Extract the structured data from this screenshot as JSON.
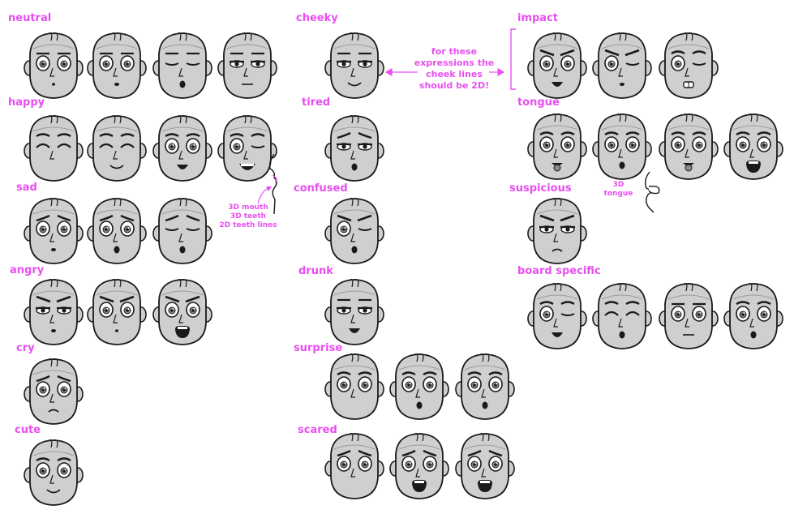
{
  "labels": {
    "neutral": "neutral",
    "happy": "happy",
    "sad": "sad",
    "angry": "angry",
    "cry": "cry",
    "cute": "cute",
    "cheeky": "cheeky",
    "tired": "tired",
    "confused": "confused",
    "drunk": "drunk",
    "surprise": "surprise",
    "scared": "scared",
    "impact": "impact",
    "tongue": "tongue",
    "suspicious": "suspicious",
    "board_specific": "board specific"
  },
  "notes": {
    "cheek_lines": "for these\nexpressions the\ncheek lines\nshould be 2D!",
    "mouth_3d": "3D mouth\n3D teeth\n2D teeth lines",
    "tongue_3d": "3D\ntongue"
  },
  "colors": {
    "accent": "#e84ff0",
    "skin": "#cfcfcf",
    "line": "#1a1a1a"
  },
  "faces": [
    {
      "group": "neutral",
      "eyes": "open",
      "brows": "flat",
      "mouth": "dot"
    },
    {
      "group": "neutral",
      "eyes": "open",
      "brows": "flat",
      "mouth": "small"
    },
    {
      "group": "neutral",
      "eyes": "closed",
      "brows": "flat",
      "mouth": "o"
    },
    {
      "group": "neutral",
      "eyes": "half",
      "brows": "flat",
      "mouth": "line"
    },
    {
      "group": "happy",
      "eyes": "happy",
      "brows": "raised",
      "mouth": "none"
    },
    {
      "group": "happy",
      "eyes": "happy",
      "brows": "raised",
      "mouth": "smile"
    },
    {
      "group": "happy",
      "eyes": "open",
      "brows": "raised",
      "mouth": "open"
    },
    {
      "group": "happy",
      "eyes": "wink",
      "brows": "raised",
      "mouth": "bigopen"
    },
    {
      "group": "sad",
      "eyes": "open",
      "brows": "sad",
      "mouth": "small"
    },
    {
      "group": "sad",
      "eyes": "open",
      "brows": "sad",
      "mouth": "o"
    },
    {
      "group": "sad",
      "eyes": "closed",
      "brows": "sad",
      "mouth": "o"
    },
    {
      "group": "angry",
      "eyes": "half",
      "brows": "angry",
      "mouth": "small"
    },
    {
      "group": "angry",
      "eyes": "open",
      "brows": "angry",
      "mouth": "dot"
    },
    {
      "group": "angry",
      "eyes": "open",
      "brows": "angry",
      "mouth": "scream"
    },
    {
      "group": "cry",
      "eyes": "open",
      "brows": "sad",
      "mouth": "frown"
    },
    {
      "group": "cute",
      "eyes": "open",
      "brows": "raised",
      "mouth": "smile"
    },
    {
      "group": "cheeky",
      "eyes": "half",
      "brows": "flat",
      "mouth": "smile"
    },
    {
      "group": "tired",
      "eyes": "half",
      "brows": "sad",
      "mouth": "o"
    },
    {
      "group": "confused",
      "eyes": "wink",
      "brows": "angry",
      "mouth": "o"
    },
    {
      "group": "drunk",
      "eyes": "half",
      "brows": "flat",
      "mouth": "open"
    },
    {
      "group": "surprise",
      "eyes": "open",
      "brows": "raised",
      "mouth": "none"
    },
    {
      "group": "surprise",
      "eyes": "open",
      "brows": "raised",
      "mouth": "o"
    },
    {
      "group": "surprise",
      "eyes": "open",
      "brows": "raised",
      "mouth": "o"
    },
    {
      "group": "scared",
      "eyes": "open",
      "brows": "sad",
      "mouth": "none"
    },
    {
      "group": "scared",
      "eyes": "open",
      "brows": "sad",
      "mouth": "scream"
    },
    {
      "group": "scared",
      "eyes": "open",
      "brows": "sad",
      "mouth": "scream"
    },
    {
      "group": "impact",
      "eyes": "open",
      "brows": "angry",
      "mouth": "open"
    },
    {
      "group": "impact",
      "eyes": "wink",
      "brows": "angry",
      "mouth": "small"
    },
    {
      "group": "impact",
      "eyes": "wink",
      "brows": "raised",
      "mouth": "teeth"
    },
    {
      "group": "tongue",
      "eyes": "open",
      "brows": "raised",
      "mouth": "tongue"
    },
    {
      "group": "tongue",
      "eyes": "open",
      "brows": "raised",
      "mouth": "o"
    },
    {
      "group": "tongue",
      "eyes": "open",
      "brows": "raised",
      "mouth": "tongue"
    },
    {
      "group": "tongue",
      "eyes": "open",
      "brows": "raised",
      "mouth": "scream"
    },
    {
      "group": "suspicious",
      "eyes": "half",
      "brows": "angry",
      "mouth": "frown"
    },
    {
      "group": "board_specific",
      "eyes": "wink",
      "brows": "raised",
      "mouth": "open"
    },
    {
      "group": "board_specific",
      "eyes": "happy",
      "brows": "raised",
      "mouth": "o"
    },
    {
      "group": "board_specific",
      "eyes": "open",
      "brows": "flat",
      "mouth": "line"
    },
    {
      "group": "board_specific",
      "eyes": "open",
      "brows": "raised",
      "mouth": "o"
    }
  ]
}
